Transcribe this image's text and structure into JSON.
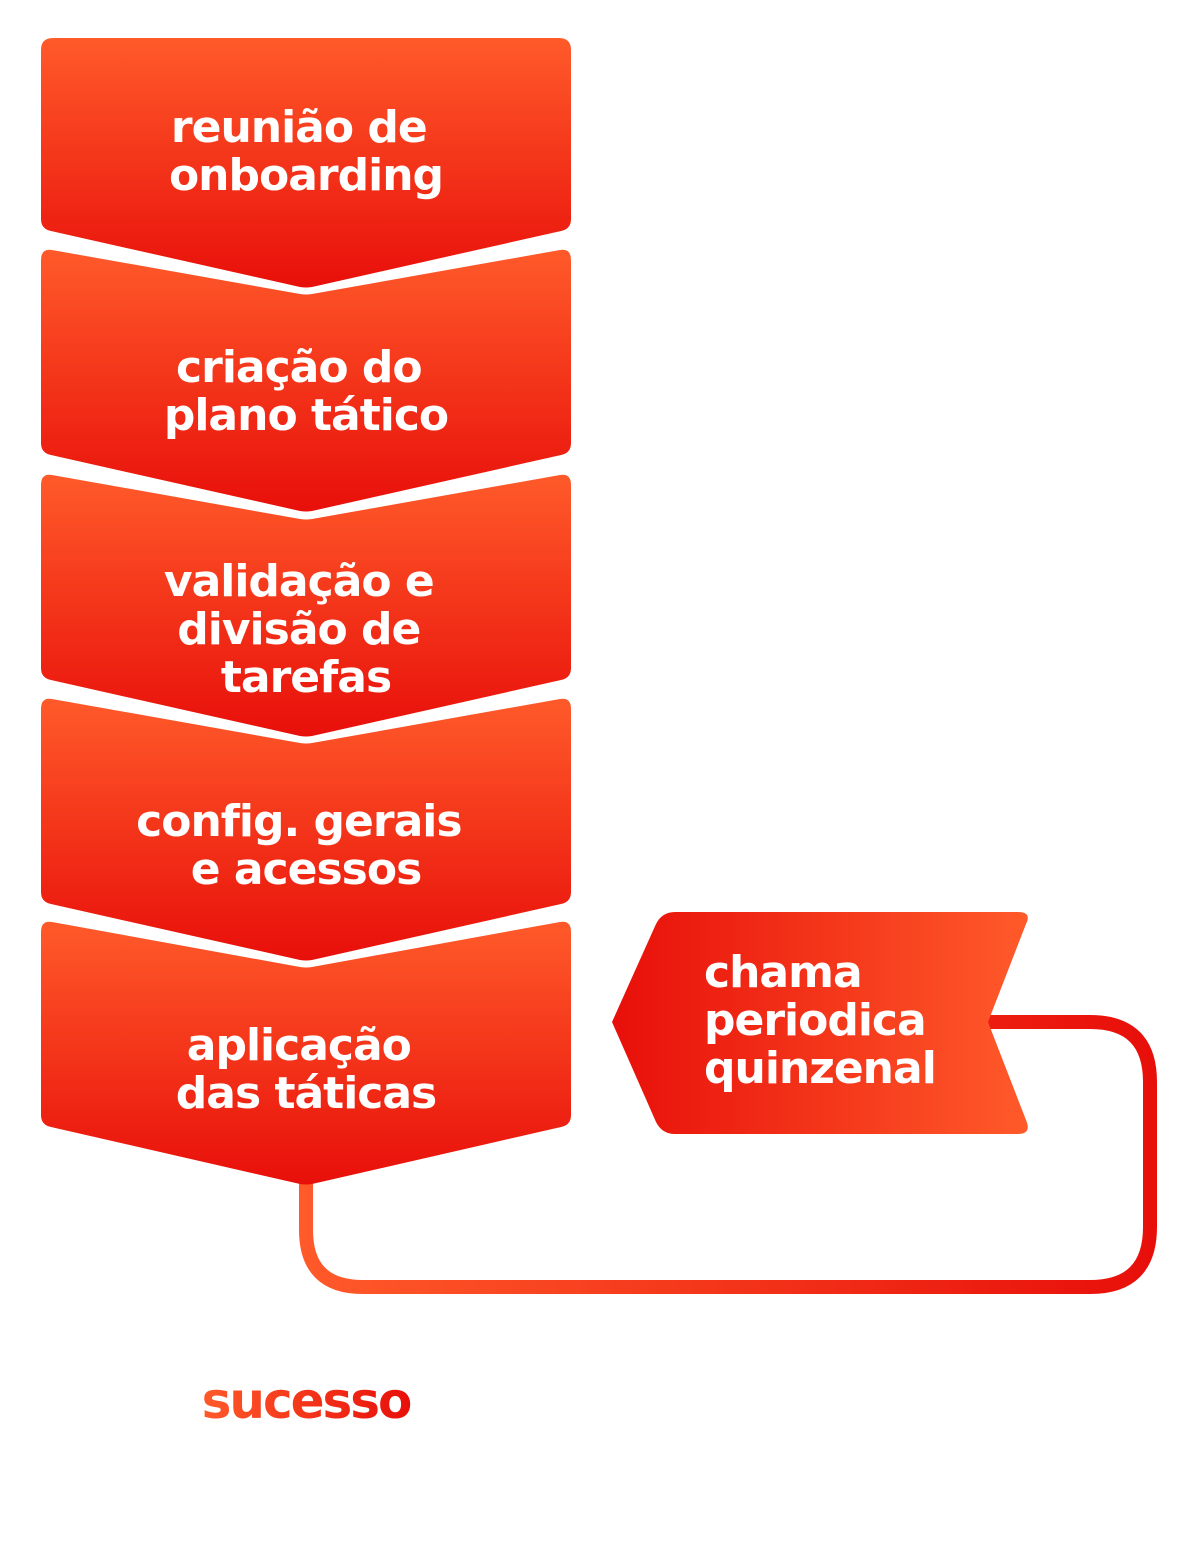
{
  "steps": [
    {
      "lines": [
        "reunião de",
        "onboarding"
      ]
    },
    {
      "lines": [
        "criação do",
        "plano tático"
      ]
    },
    {
      "lines": [
        "validação e",
        "divisão de",
        "tarefas"
      ]
    },
    {
      "lines": [
        "config. gerais",
        "e  acessos"
      ]
    },
    {
      "lines": [
        "aplicação",
        "das táticas"
      ]
    }
  ],
  "loop_step": {
    "lines": [
      "chama",
      "periodica",
      "quinzenal"
    ]
  },
  "final": {
    "label": "sucesso"
  },
  "colors": {
    "gradient_top": "#ff5a2a",
    "gradient_bottom": "#e80f0a",
    "loop_left": "#e80f0a",
    "loop_right": "#ff5a2a",
    "success_text": "#ef3d1c"
  }
}
